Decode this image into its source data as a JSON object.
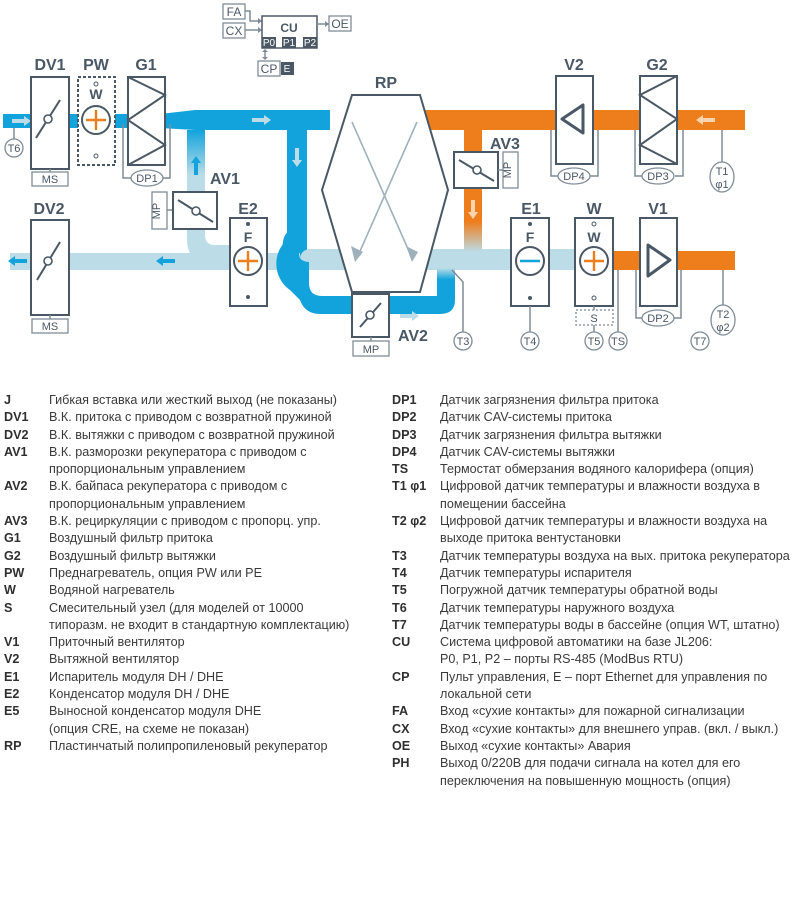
{
  "colors": {
    "supply_blue": "#13a3dc",
    "exhaust_light": "#bcdde8",
    "recirc_orange": "#ee7d1c",
    "outline": "#4a5866",
    "sensor": "#7f8c97"
  },
  "control": {
    "fa": "FA",
    "cx": "CX",
    "cu": "CU",
    "oe": "OE",
    "p0": "P0",
    "p1": "P1",
    "p2": "P2",
    "cp": "CP",
    "e": "E"
  },
  "components": {
    "dv1": "DV1",
    "pw": "PW",
    "pw_w": "W",
    "g1": "G1",
    "rp": "RP",
    "v2": "V2",
    "g2": "G2",
    "dv2": "DV2",
    "av1": "AV1",
    "e2": "E2",
    "e2_f": "F",
    "av2": "AV2",
    "av3": "AV3",
    "e1": "E1",
    "e1_f": "F",
    "w": "W",
    "w_w": "W",
    "v1": "V1",
    "s": "S",
    "ms1": "MS",
    "ms2": "MS",
    "mp_av1": "MP",
    "mp_av2": "MP",
    "mp_av3": "MP"
  },
  "sensors": {
    "t6": "T6",
    "dp1": "DP1",
    "dp4": "DP4",
    "dp3": "DP3",
    "t1": "T1",
    "phi1": "φ1",
    "t3": "T3",
    "t4": "T4",
    "t5": "T5",
    "ts": "TS",
    "dp2": "DP2",
    "t2": "T2",
    "phi2": "φ2",
    "t7": "T7"
  },
  "legend": {
    "left": [
      {
        "code": "J",
        "desc": "Гибкая вставка или жесткий выход (не показаны)"
      },
      {
        "code": "DV1",
        "desc": "В.К. притока с приводом с возвратной пружиной"
      },
      {
        "code": "DV2",
        "desc": "В.К. вытяжки с приводом с возвратной пружиной"
      },
      {
        "code": "AV1",
        "desc": "В.К. разморозки рекуператора с приводом с\nпропорциональным управлением"
      },
      {
        "code": "AV2",
        "desc": "В.К. байпаса рекуператора с приводом с\nпропорциональным управлением"
      },
      {
        "code": "AV3",
        "desc": "В.К. рециркуляции с приводом с пропорц. упр."
      },
      {
        "code": "G1",
        "desc": "Воздушный фильтр притока"
      },
      {
        "code": "G2",
        "desc": "Воздушный фильтр вытяжки"
      },
      {
        "code": "PW",
        "desc": "Преднагреватель, опция PW или PE"
      },
      {
        "code": "W",
        "desc": "Водяной нагреватель"
      },
      {
        "code": "S",
        "desc": "Смесительный узел (для моделей от 10000\nтипоразм. не входит в стандартную комплектацию)"
      },
      {
        "code": "V1",
        "desc": "Приточный вентилятор"
      },
      {
        "code": "V2",
        "desc": "Вытяжной вентилятор"
      },
      {
        "code": "E1",
        "desc": "Испаритель модуля DH / DHE"
      },
      {
        "code": "E2",
        "desc": "Конденсатор модуля DH  / DHE"
      },
      {
        "code": "E5",
        "desc": "Выносной конденсатор модуля DHE\n(опция CRE, на схеме не показан)"
      },
      {
        "code": "RP",
        "desc": "Пластинчатый полипропиленовый рекуператор"
      }
    ],
    "right": [
      {
        "code": "DP1",
        "desc": "Датчик загрязнения фильтра притока"
      },
      {
        "code": "DP2",
        "desc": "Датчик CAV-системы притока"
      },
      {
        "code": "DP3",
        "desc": "Датчик загрязнения фильтра вытяжки"
      },
      {
        "code": "DP4",
        "desc": "Датчик CAV-системы вытяжки"
      },
      {
        "code": "TS",
        "desc": "Термостат обмерзания водяного калорифера (опция)"
      },
      {
        "code": "T1 φ1",
        "desc": "Цифровой датчик температуры и влажности воздуха в\nпомещении бассейна"
      },
      {
        "code": "T2 φ2",
        "desc": "Цифровой датчик температуры и влажности воздуха на\nвыходе притока вентустановки"
      },
      {
        "code": "T3",
        "desc": "Датчик температуры воздуха на вых. притока рекуператора"
      },
      {
        "code": "T4",
        "desc": "Датчик температуры испарителя"
      },
      {
        "code": "T5",
        "desc": "Погружной датчик температуры обратной воды"
      },
      {
        "code": "T6",
        "desc": "Датчик температуры наружного воздуха"
      },
      {
        "code": "T7",
        "desc": "Датчик температуры воды в бассейне (опция WT, штатно)"
      },
      {
        "code": "CU",
        "desc": "Система цифровой автоматики на базе JL206:\nP0, P1, P2 – порты RS-485 (ModBus RTU)"
      },
      {
        "code": "CP",
        "desc": "Пульт управления, E – порт Ethernet для управления по\nлокальной сети"
      },
      {
        "code": "FA",
        "desc": "Вход «сухие контакты» для пожарной сигнализации"
      },
      {
        "code": "CX",
        "desc": "Вход  «сухие контакты» для внешнего управ. (вкл. / выкл.)"
      },
      {
        "code": "OE",
        "desc": "Выход «сухие контакты» Авария"
      },
      {
        "code": "PH",
        "desc": "Выход 0/220В для подачи сигнала на котел для его\nпереключения на повышенную мощность (опция)"
      }
    ]
  }
}
